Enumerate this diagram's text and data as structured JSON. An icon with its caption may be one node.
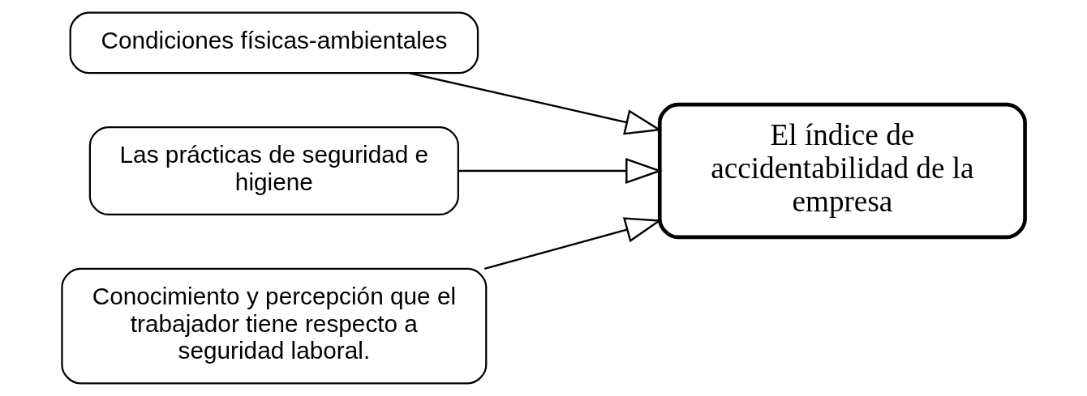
{
  "diagram": {
    "nodes": [
      {
        "text": [
          "Condiciones físicas-ambientales"
        ]
      },
      {
        "text": [
          "Las prácticas de seguridad e higiene"
        ]
      },
      {
        "text": [
          "Conocimiento y percepción que el trabajador tiene respecto a seguridad laboral."
        ]
      },
      {
        "text": [
          "El índice de accidentabilidad de la empresa"
        ]
      }
    ],
    "edges": [
      {
        "from": 0,
        "to": 3,
        "arrow": "to"
      },
      {
        "from": 1,
        "to": 3,
        "arrow": "to"
      },
      {
        "from": 2,
        "to": 3,
        "arrow": "to"
      }
    ]
  }
}
